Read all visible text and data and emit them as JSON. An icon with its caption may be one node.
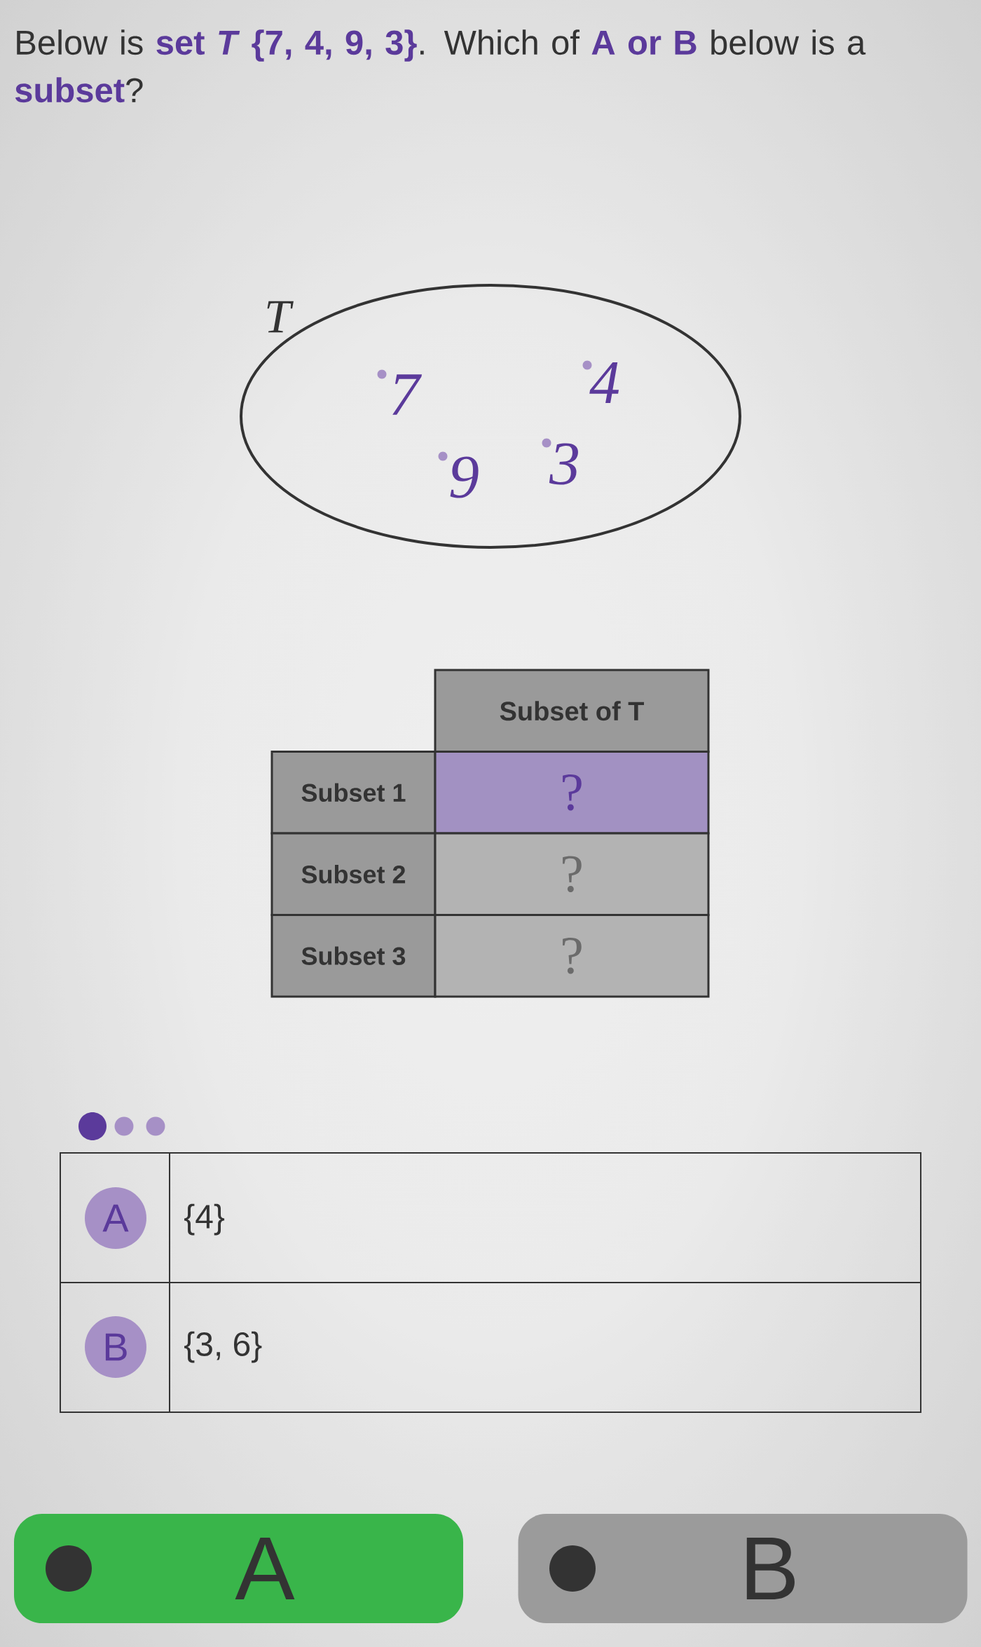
{
  "diagram": {
    "title": "Below is **set *T* {7, 4, 9, 3}**. Which of **A or B** below is a **subset**?",
    "nodes": [
      {
        "text": [
          "T",
          "7",
          "4",
          "9",
          "3"
        ]
      },
      {
        "text": [
          "A"
        ]
      },
      {
        "text": [
          "B"
        ]
      },
      {
        "text": [
          "A"
        ]
      },
      {
        "text": [
          "B"
        ]
      }
    ],
    "labels": [
      "Subset of T",
      "Subset 1",
      "?",
      "Subset 2",
      "?",
      "Subset 3",
      "?",
      "{4}",
      "{3, 6}"
    ]
  }
}
